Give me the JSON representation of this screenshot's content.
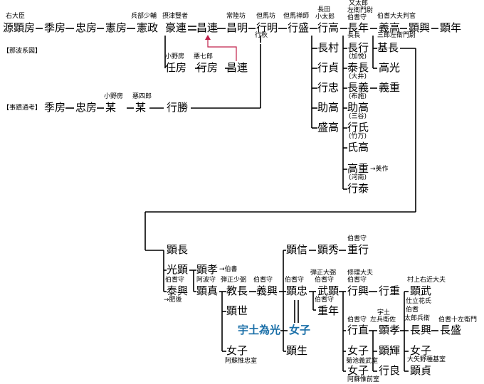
{
  "colors": {
    "line": "#000000",
    "red_arrow": "#c0204a",
    "highlight": "#1a6fa8"
  },
  "sources": {
    "nawa": "【那波系図】",
    "jiseki": "【事蹟通考】"
  },
  "nodes": {
    "minamoto_akifusa": "源顕房",
    "suefusa": "季房",
    "tadafusa": "忠房",
    "norifusa": "憲房",
    "norimasa": "憲政",
    "goren": "豪連",
    "masatsura": "昌連",
    "masaaki": "昌明",
    "yukiaki": "行明",
    "yukimori": "行盛",
    "yukitaka": "行高",
    "nagatoshi": "長年",
    "yoshitaka": "義高",
    "akioki": "顕興",
    "akitoshi": "顕年",
    "tofusa": "任房",
    "yukifusa2": "行房",
    "masatsura2": "昌連",
    "yukiaki_alt": "行秋",
    "nagamura": "長村",
    "yukisada": "行貞",
    "yukitada": "行忠",
    "sukedaka": "助高",
    "moritaka": "盛高",
    "nagayuki": "長行",
    "yasutaka": "泰長",
    "nagayoshi": "長義",
    "yoshishige": "義重",
    "sukedaka2": "助高",
    "yukiuji": "行氏",
    "ujitaka": "氏高",
    "takashige": "高重",
    "yukiyasu": "行泰",
    "motonaga": "基長",
    "takamitsu": "高光",
    "j_suefusa": "季房",
    "j_tadafusa": "忠房",
    "j_bo1": "某",
    "j_bo2": "某",
    "j_yukikatsu": "行勝",
    "akinaga": "顕長",
    "mitsuaki": "光顕",
    "yasuoki": "泰興",
    "akitaka": "顕孝",
    "akisada": "顕真",
    "norinaga": "教長",
    "yoshioki": "義興",
    "akiyo": "顕世",
    "joshi1": "女子",
    "akinobu": "顕信",
    "akihide": "顕秀",
    "akitada": "顕忠",
    "akio": "顕生",
    "uto_tamemitsu": "宇土為光",
    "joshi_c": "女子",
    "shigeyuki": "重行",
    "takeaki": "武顕",
    "shigetoshi": "重年",
    "yukioki": "行興",
    "yukishige": "行重",
    "yukinao": "行直",
    "akitaka2": "顕孝",
    "nagaoki": "長興",
    "nagamori": "長盛",
    "akitake": "顕武",
    "akiteru": "顕輝",
    "joshi2": "女子",
    "yukiyoshi": "行良",
    "joshi3": "女子",
    "joshi4": "女子",
    "akisada2": "顕貞"
  },
  "notes": {
    "udaijin": "右大臣",
    "hyobu": "兵部少輔",
    "settsu": "摂津豎者",
    "hitachi": "常陸坊",
    "tajima": "但馬坊",
    "tajima_zenji": "但馬禅師",
    "nagata1": "長田",
    "nagata2": "小太郎",
    "matataro1": "又太郎",
    "matataro2": "左衛門尉",
    "houki1": "伯耆守",
    "houki_daifu": "伯耆大夫判官",
    "naganaga": "長長",
    "houki2": "伯耆守",
    "saburo": "三郎左衛門尉",
    "kaetsu": "(加悦)",
    "oi": "(大井)",
    "fuse": "(布施)",
    "sanya": "(三谷)",
    "takema": "(竹万)",
    "kawaminami": "(河南)",
    "mimasaka": "→美作",
    "onofusa": "小野房",
    "akushichiro": "悪七郎",
    "j_onofusa": "小野房",
    "j_akushiro": "悪四郎",
    "h_houki1": "伯耆守",
    "h_houki2": "伯耆守",
    "to_houki": "→伯書",
    "to_higo": "→肥後",
    "awa": "阿波守",
    "danjo": "弾正少弼",
    "houki3": "伯耆守",
    "houki4": "伯耆守",
    "danjo2": "弾正大弼",
    "houki5": "伯耆守",
    "houki6": "伯耆守",
    "houki7": "伯耆守",
    "shuri1": "修理大夫",
    "shuri2": "伯耆守",
    "uto1": "宇土",
    "uto2": "左兵衛佐",
    "houki8": "伯耆守",
    "murakami": "村上右近大夫",
    "shiritachi": "仕立花氏",
    "houki9": "伯耆",
    "tarohyoe": "太郎兵衛",
    "houki10": "伯耆十左衛門",
    "aso1": "阿蘇惟忠室",
    "kikuchi": "菊池義武室",
    "aso2": "阿蘇惟前室",
    "oyano": "大矢野種基室"
  }
}
